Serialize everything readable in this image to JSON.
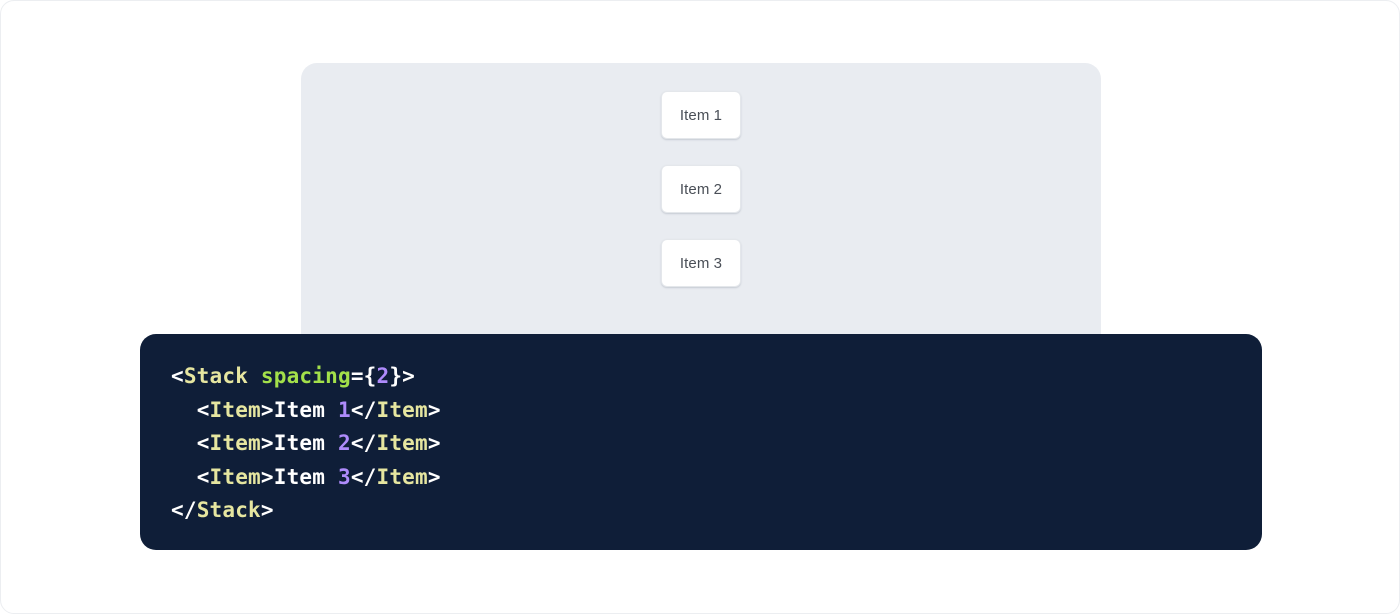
{
  "preview": {
    "panel_background": "#e9ecf1",
    "items": [
      {
        "label": "Item 1"
      },
      {
        "label": "Item 2"
      },
      {
        "label": "Item 3"
      }
    ]
  },
  "code": {
    "background": "#0f1e38",
    "language": "jsx",
    "colors": {
      "punctuation": "#ffffff",
      "tag": "#e6e6a0",
      "attribute": "#a3e04a",
      "number": "#ae8bfb",
      "text": "#ffffff"
    },
    "lines": [
      {
        "indent": "",
        "tokens": [
          {
            "t": "punct",
            "v": "<"
          },
          {
            "t": "tag",
            "v": "Stack"
          },
          {
            "t": "plain",
            "v": " "
          },
          {
            "t": "attr",
            "v": "spacing"
          },
          {
            "t": "punct",
            "v": "={"
          },
          {
            "t": "number",
            "v": "2"
          },
          {
            "t": "punct",
            "v": "}>"
          }
        ]
      },
      {
        "indent": "  ",
        "tokens": [
          {
            "t": "punct",
            "v": "<"
          },
          {
            "t": "tag",
            "v": "Item"
          },
          {
            "t": "punct",
            "v": ">"
          },
          {
            "t": "text",
            "v": "Item "
          },
          {
            "t": "number",
            "v": "1"
          },
          {
            "t": "punct",
            "v": "</"
          },
          {
            "t": "tag",
            "v": "Item"
          },
          {
            "t": "punct",
            "v": ">"
          }
        ]
      },
      {
        "indent": "  ",
        "tokens": [
          {
            "t": "punct",
            "v": "<"
          },
          {
            "t": "tag",
            "v": "Item"
          },
          {
            "t": "punct",
            "v": ">"
          },
          {
            "t": "text",
            "v": "Item "
          },
          {
            "t": "number",
            "v": "2"
          },
          {
            "t": "punct",
            "v": "</"
          },
          {
            "t": "tag",
            "v": "Item"
          },
          {
            "t": "punct",
            "v": ">"
          }
        ]
      },
      {
        "indent": "  ",
        "tokens": [
          {
            "t": "punct",
            "v": "<"
          },
          {
            "t": "tag",
            "v": "Item"
          },
          {
            "t": "punct",
            "v": ">"
          },
          {
            "t": "text",
            "v": "Item "
          },
          {
            "t": "number",
            "v": "3"
          },
          {
            "t": "punct",
            "v": "</"
          },
          {
            "t": "tag",
            "v": "Item"
          },
          {
            "t": "punct",
            "v": ">"
          }
        ]
      },
      {
        "indent": "",
        "tokens": [
          {
            "t": "punct",
            "v": "</"
          },
          {
            "t": "tag",
            "v": "Stack"
          },
          {
            "t": "punct",
            "v": ">"
          }
        ]
      }
    ]
  }
}
